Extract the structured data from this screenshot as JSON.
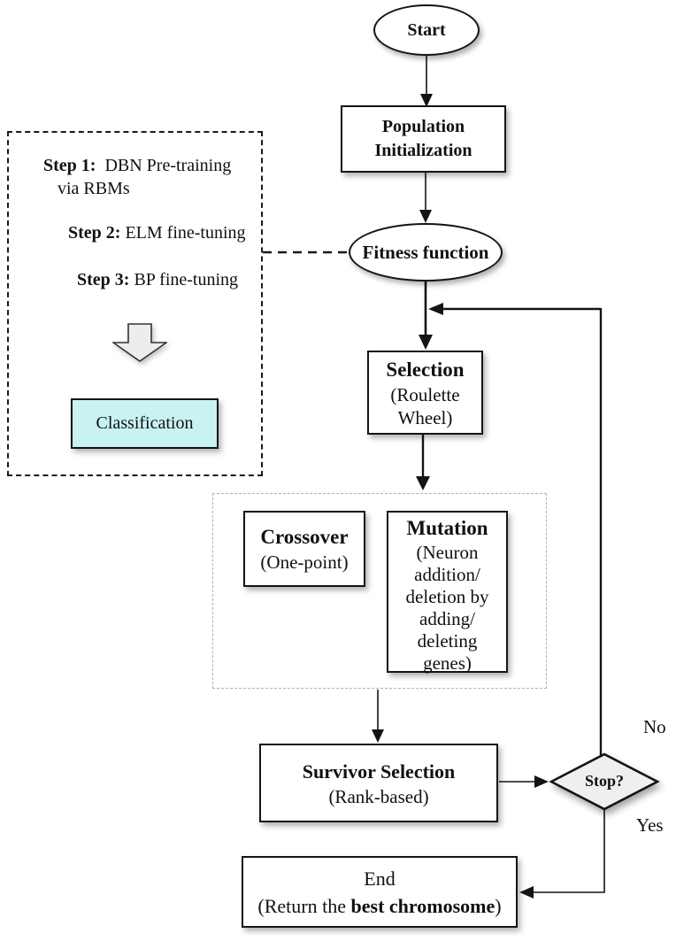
{
  "diagram": {
    "nodes": {
      "start": {
        "label": "Start"
      },
      "population": {
        "line1": "Population",
        "line2": "Initialization"
      },
      "fitness": {
        "label": "Fitness function"
      },
      "selection": {
        "title": "Selection",
        "sub1": "(Roulette",
        "sub2": "Wheel)"
      },
      "crossover": {
        "title": "Crossover",
        "sub": "(One-point)"
      },
      "mutation": {
        "title": "Mutation",
        "lines": [
          "(Neuron",
          "addition/",
          "deletion by",
          "adding/",
          "deleting",
          "genes)"
        ]
      },
      "survivor": {
        "title": "Survivor Selection",
        "sub": "(Rank-based)"
      },
      "stop": {
        "label": "Stop?"
      },
      "end": {
        "line1": "End",
        "line2_prefix": "(Return the ",
        "line2_bold": "best chromosome",
        "line2_suffix": ")"
      }
    },
    "steps_panel": {
      "step1_label": "Step 1:",
      "step1_text": "DBN Pre-training",
      "step1_text2": "via RBMs",
      "step2_label": "Step 2:",
      "step2_text": "ELM fine-tuning",
      "step3_label": "Step 3:",
      "step3_text": "BP fine-tuning",
      "classification_label": "Classification"
    },
    "edge_labels": {
      "no": "No",
      "yes": "Yes"
    },
    "colors": {
      "line": "#141414",
      "classification_fill": "#c9f2f2",
      "diamond_fill": "#efefef",
      "block_arrow_fill": "#ededed",
      "ops_panel_border": "#bda6d3",
      "steps_panel_border": "#1a1a1a"
    }
  }
}
